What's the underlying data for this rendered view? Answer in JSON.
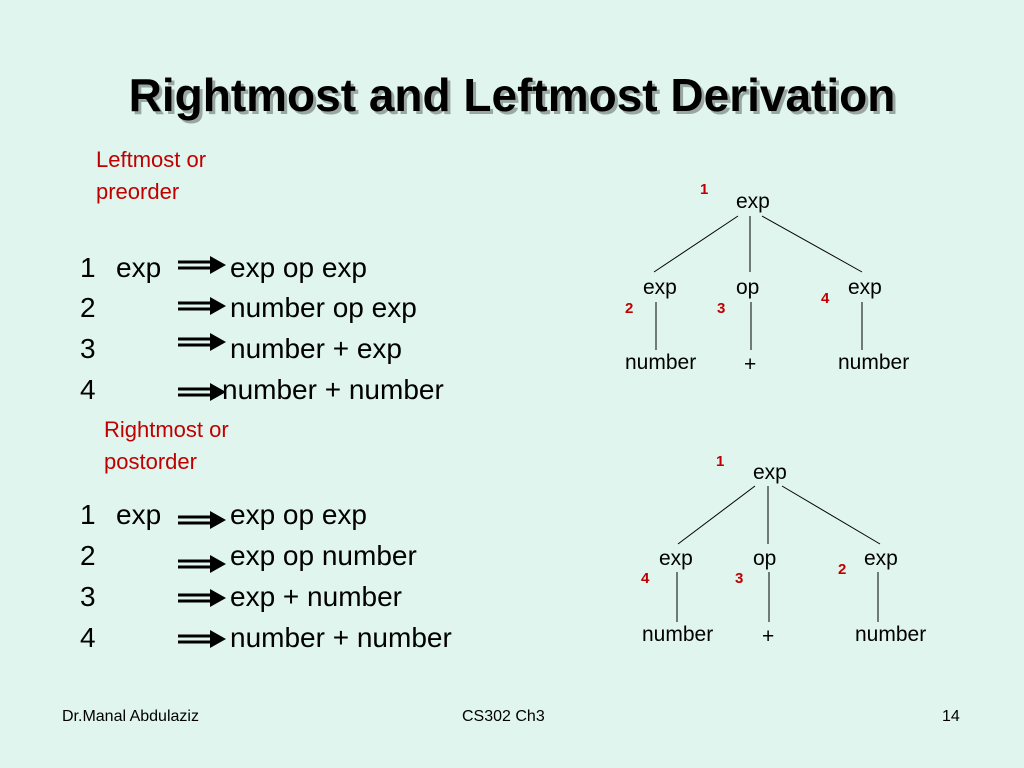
{
  "title": "Rightmost and Leftmost Derivation",
  "leftmost": {
    "note_line1": "Leftmost or",
    "note_line2": "preorder",
    "steps": [
      {
        "num": "1",
        "lhs": "exp",
        "rhs": "exp op exp"
      },
      {
        "num": "2",
        "lhs": "",
        "rhs": "number op exp"
      },
      {
        "num": "3",
        "lhs": "",
        "rhs": "number + exp"
      },
      {
        "num": "4",
        "lhs": "",
        "rhs": "number + number"
      }
    ],
    "tree": {
      "root": "exp",
      "root_order": "1",
      "children": [
        {
          "label": "exp",
          "order": "2",
          "leaf": "number"
        },
        {
          "label": "op",
          "order": "3",
          "leaf": "+"
        },
        {
          "label": "exp",
          "order": "4",
          "leaf": "number"
        }
      ]
    }
  },
  "rightmost": {
    "note_line1": "Rightmost or",
    "note_line2": "postorder",
    "steps": [
      {
        "num": "1",
        "lhs": "exp",
        "rhs": "exp op exp"
      },
      {
        "num": "2",
        "lhs": "",
        "rhs": "exp op number"
      },
      {
        "num": "3",
        "lhs": "",
        "rhs": "exp + number"
      },
      {
        "num": "4",
        "lhs": "",
        "rhs": "number + number"
      }
    ],
    "tree": {
      "root": "exp",
      "root_order": "1",
      "children": [
        {
          "label": "exp",
          "order": "4",
          "leaf": "number"
        },
        {
          "label": "op",
          "order": "3",
          "leaf": "+"
        },
        {
          "label": "exp",
          "order": "2",
          "leaf": "number"
        }
      ]
    }
  },
  "colors": {
    "accent_red": "#c00000",
    "background": "#dff5ee"
  },
  "footer": {
    "author": "Dr.Manal Abdulaziz",
    "course": "CS302 Ch3",
    "page": "14"
  }
}
